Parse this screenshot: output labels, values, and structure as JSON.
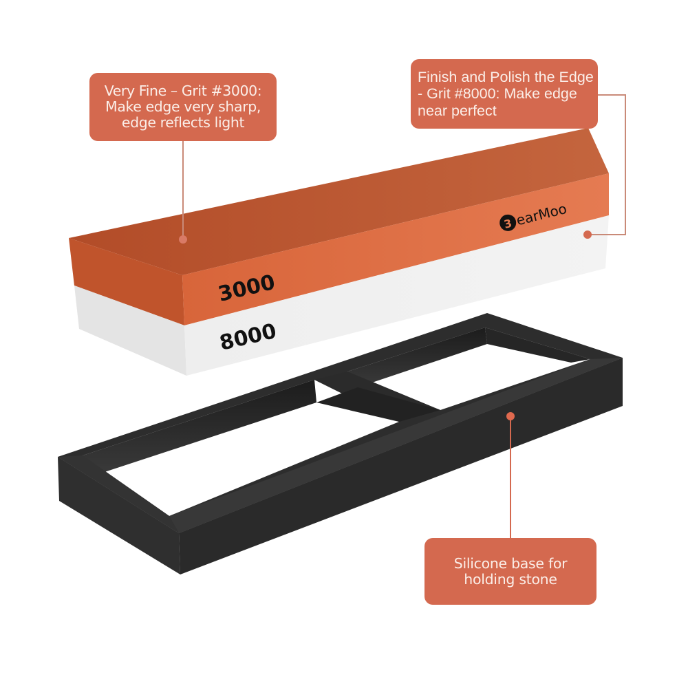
{
  "product": {
    "brand": "BearMoo",
    "brand_logo_letter": "B",
    "stone_top_grit_label": "3000",
    "stone_bottom_grit_label": "8000"
  },
  "callouts": {
    "grit_3000": {
      "text": "Very Fine – Grit #3000:\nMake edge very sharp,\nedge reflects light"
    },
    "grit_8000": {
      "text": "Finish and Polish the Edge\n- Grit #8000: Make edge\n  near perfect"
    },
    "base": {
      "text": "Silicone base for\nholding stone"
    }
  },
  "colors": {
    "callout_bg": "#d4694f",
    "callout_text": "#fbeee8",
    "leader_line": "#c98a78",
    "stone_orange_top": "#b9532d",
    "stone_orange_front": "#e06e44",
    "stone_orange_end": "#c45a30",
    "stone_white_front": "#ededed",
    "stone_white_end": "#e2e2e2",
    "base_black": "#2a2a2a"
  }
}
